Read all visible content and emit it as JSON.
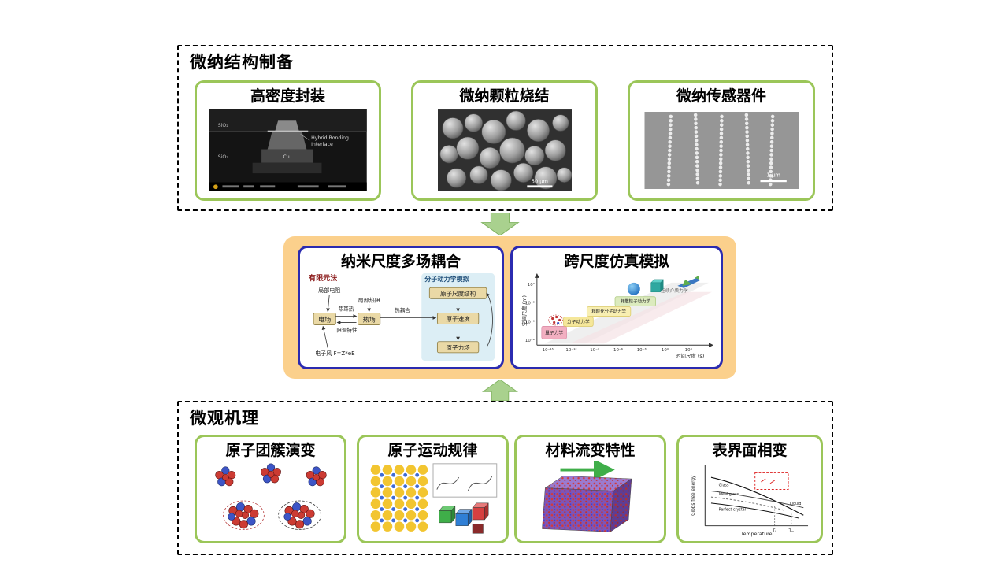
{
  "colors": {
    "green-border": "#9BC659",
    "blue-border": "#2B2BB0",
    "orange-panel": "#FBD08C",
    "arrow-green": "#A9D18E",
    "arrow-green-edge": "#7FB25F"
  },
  "sections": {
    "fabrication": {
      "title": "微纳结构制备",
      "cards": [
        {
          "label": "高密度封装"
        },
        {
          "label": "微纳颗粒烧结"
        },
        {
          "label": "微纳传感器件"
        }
      ]
    },
    "coupling": {
      "cards": [
        {
          "label": "纳米尺度多场耦合"
        },
        {
          "label": "跨尺度仿真模拟"
        }
      ]
    },
    "mechanism": {
      "title": "微观机理",
      "cards": [
        {
          "label": "原子团簇演变"
        },
        {
          "label": "原子运动规律"
        },
        {
          "label": "材料流变特性"
        },
        {
          "label": "表界面相变"
        }
      ]
    }
  },
  "packaging_image": {
    "annotation_line1": "Hybrid Bonding",
    "annotation_line2": "Interface",
    "label_sio2_top": "SiO₂",
    "label_sio2_bottom": "SiO₂",
    "label_cu": "Cu"
  },
  "sintering_image": {
    "scale_bar": "50 μm"
  },
  "sensor_image": {
    "scale_bar": "1 μm"
  },
  "flowchart": {
    "left_title": "有限元法",
    "right_title": "分子动力学模拟",
    "node_efield": "电场",
    "node_tfield": "热场",
    "node_structure": "原子尺度结构",
    "node_velocity": "原子速度",
    "node_force": "原子力场",
    "label_local_resistance": "局部电阻",
    "label_local_thermal": "局部热阻",
    "label_joule": "焦耳热",
    "label_rt": "阻温特性",
    "label_ewind": "电子风 F=Z*eE",
    "label_coupling": "热耦合"
  },
  "scale_chart": {
    "ylabel": "空间尺度 (m)",
    "xlabel": "时间尺度 (s)",
    "x_ticks": [
      "10⁻¹⁵",
      "10⁻¹²",
      "10⁻⁹",
      "10⁻⁶",
      "10⁻³",
      "10⁰",
      "10³"
    ],
    "y_ticks": [
      "10⁰",
      "10⁻³",
      "10⁻⁶",
      "10⁻⁹"
    ],
    "methods": [
      "量子力学",
      "分子动力学",
      "粗粒化分子动力学",
      "耗散粒子动力学",
      "连续介质力学"
    ]
  },
  "phase_graph": {
    "ylabel": "Gibbs free energy",
    "xlabel": "Temperature",
    "label_glass": "Glass",
    "label_ideal": "Ideal glass",
    "label_crystal": "Perfect crystal",
    "label_liquid": "Liquid",
    "tick_tk": "Tₖ",
    "tick_tm": "Tₘ"
  }
}
